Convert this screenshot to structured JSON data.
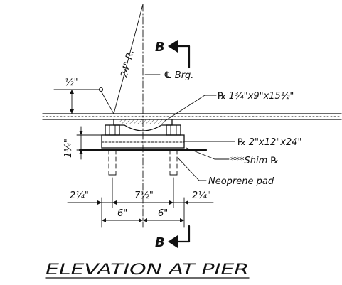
{
  "section_cut": {
    "label": "B"
  },
  "radius": {
    "label": "24\" R."
  },
  "centerline": {
    "label": "℄ Brg."
  },
  "half_inch": {
    "label": "½\""
  },
  "bearing_plate_top": {
    "label": "℞ 1¾\"x9\"x15½\""
  },
  "bearing_plate_bottom": {
    "label": "℞ 2\"x12\"x24\""
  },
  "shim": {
    "label": "***Shim ℞"
  },
  "neoprene": {
    "label": "Neoprene pad"
  },
  "vertical_dim": {
    "label": "1¾\""
  },
  "dims": {
    "left_edge": "2¼\"",
    "center": "7½\"",
    "right_edge": "2¼\"",
    "left_inner": "6\"",
    "right_inner": "6\""
  },
  "title": "ELEVATION AT PIER"
}
